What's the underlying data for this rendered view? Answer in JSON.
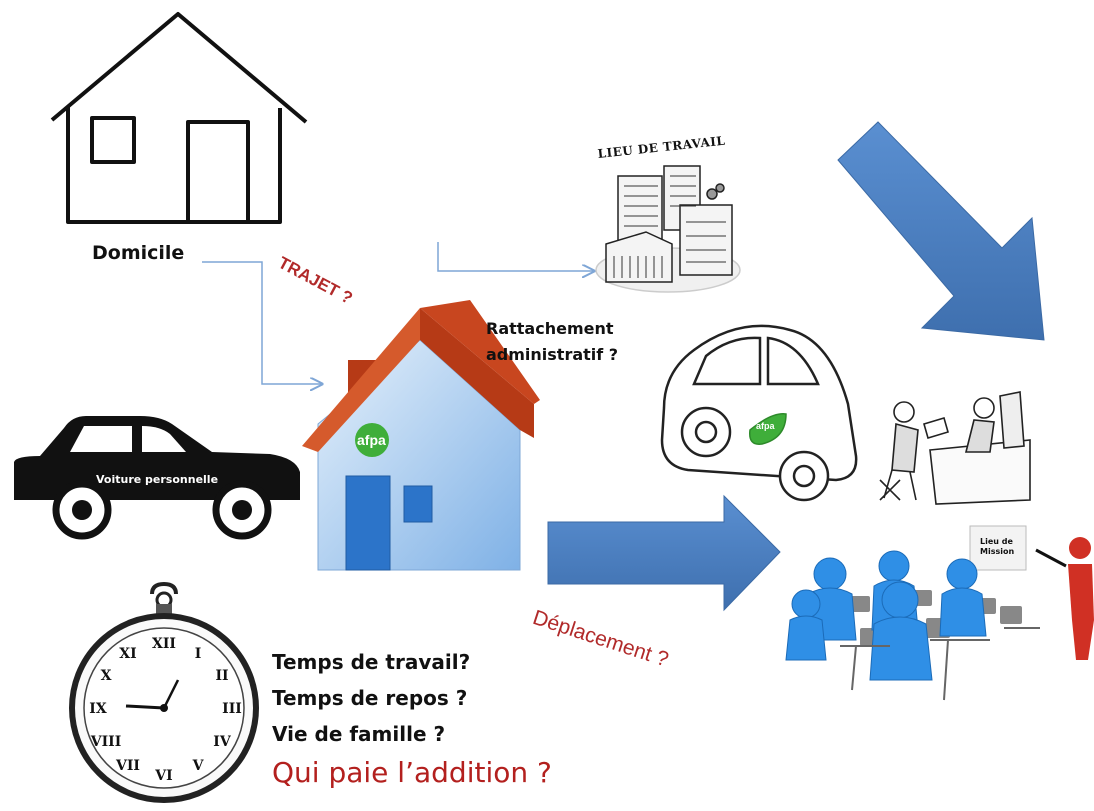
{
  "labels": {
    "domicile": "Domicile",
    "trajet": "TRAJET ?",
    "lieu_de_travail": "LIEU DE TRAVAIL",
    "rattachement_line1": "Rattachement",
    "rattachement_line2": "administratif ?",
    "voiture": "Voiture personnelle",
    "deplacement": "Déplacement ?",
    "lieu_de_mission": "Lieu de Mission",
    "logo": "afpa"
  },
  "questions": {
    "q1": "Temps de travail?",
    "q2": "Temps de repos ?",
    "q3": "Vie de famille ?",
    "q4": "Qui paie l’addition ?"
  },
  "colors": {
    "arrow_blue": "#4a7ebb",
    "accent_red": "#b12a2a",
    "roof": "#c8461f",
    "logo_green": "#3fae3a",
    "connector": "#7fa6d6"
  }
}
